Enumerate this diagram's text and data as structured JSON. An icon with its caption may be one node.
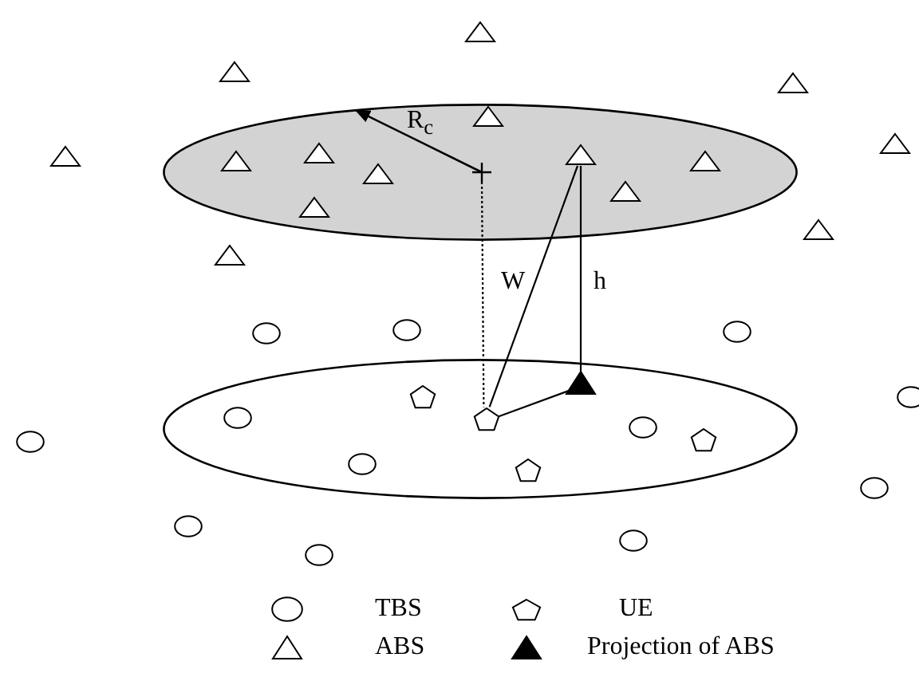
{
  "diagram": {
    "nodes": [
      {
        "text": [],
        "shape": "triangle"
      },
      {
        "text": [],
        "shape": "triangle"
      },
      {
        "text": [],
        "shape": "triangle"
      },
      {
        "text": [],
        "shape": "ellipse"
      },
      {
        "text": [],
        "shape": "triangle",
        "in": 3
      },
      {
        "text": [],
        "shape": "triangle",
        "in": 3
      },
      {
        "text": [],
        "shape": "triangle",
        "in": 3
      },
      {
        "text": [],
        "shape": "triangle",
        "in": 3
      },
      {
        "text": [],
        "shape": "triangle",
        "in": 3
      },
      {
        "text": [],
        "shape": "cross",
        "in": 3
      },
      {
        "text": [],
        "shape": "triangle",
        "in": 3
      },
      {
        "text": [],
        "shape": "triangle",
        "in": 3
      },
      {
        "text": [],
        "shape": "triangle",
        "in": 3
      },
      {
        "text": [],
        "shape": "triangle"
      },
      {
        "text": [],
        "shape": "triangle"
      },
      {
        "text": [],
        "shape": "triangle"
      },
      {
        "text": [],
        "shape": "triangle"
      },
      {
        "text": [],
        "shape": "circle"
      },
      {
        "text": [],
        "shape": "circle"
      },
      {
        "text": [],
        "shape": "circle"
      },
      {
        "text": [],
        "shape": "ellipse"
      },
      {
        "text": [],
        "shape": "triangle",
        "in": 20
      },
      {
        "text": [],
        "shape": "pentagon",
        "in": 20
      },
      {
        "text": [],
        "shape": "pentagon",
        "in": 20
      },
      {
        "text": [],
        "shape": "circle",
        "in": 20
      },
      {
        "text": [],
        "shape": "circle",
        "in": 20
      },
      {
        "text": [],
        "shape": "pentagon",
        "in": 20
      },
      {
        "text": [],
        "shape": "circle",
        "in": 20
      },
      {
        "text": [],
        "shape": "pentagon",
        "in": 20
      },
      {
        "text": [],
        "shape": "circle"
      },
      {
        "text": [],
        "shape": "circle"
      },
      {
        "text": [],
        "shape": "circle"
      },
      {
        "text": [],
        "shape": "circle"
      },
      {
        "text": [],
        "shape": "circle"
      },
      {
        "text": [],
        "shape": "circle"
      }
    ],
    "edges": [
      {
        "from": 9,
        "to": 3,
        "arrow": "to",
        "label": "R$_{c}$"
      },
      {
        "from": 9,
        "to": 23,
        "arrow": "none",
        "style": "dashed"
      },
      {
        "from": 6,
        "to": 23,
        "arrow": "none",
        "label": "W"
      },
      {
        "from": 6,
        "to": 21,
        "arrow": "none",
        "label": "h"
      },
      {
        "from": 23,
        "to": 21,
        "arrow": "none"
      }
    ],
    "legend": [
      {
        "text": "TBS"
      },
      {
        "text": "UE"
      },
      {
        "text": "ABS"
      },
      {
        "text": "Projection of ABS"
      }
    ]
  }
}
